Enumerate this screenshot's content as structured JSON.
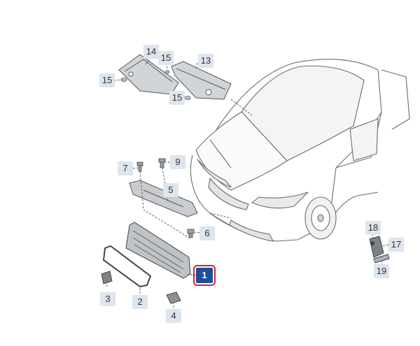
{
  "diagram": {
    "callouts": [
      {
        "id": "c14",
        "label": "14"
      },
      {
        "id": "c15a",
        "label": "15"
      },
      {
        "id": "c13",
        "label": "13"
      },
      {
        "id": "c15b",
        "label": "15"
      },
      {
        "id": "c15c",
        "label": "15"
      },
      {
        "id": "c7",
        "label": "7"
      },
      {
        "id": "c9",
        "label": "9"
      },
      {
        "id": "c5",
        "label": "5"
      },
      {
        "id": "c6",
        "label": "6"
      },
      {
        "id": "c1",
        "label": "1",
        "highlight": true
      },
      {
        "id": "c3",
        "label": "3"
      },
      {
        "id": "c2",
        "label": "2"
      },
      {
        "id": "c4",
        "label": "4"
      },
      {
        "id": "c18",
        "label": "18"
      },
      {
        "id": "c17",
        "label": "17"
      },
      {
        "id": "c19",
        "label": "19"
      }
    ],
    "colors": {
      "callout_bg": "#dde5ee",
      "highlight_bg": "#1f4e9a",
      "highlight_border": "#d8222b",
      "line": "#555555",
      "part_fill": "#c9ccd0"
    }
  }
}
